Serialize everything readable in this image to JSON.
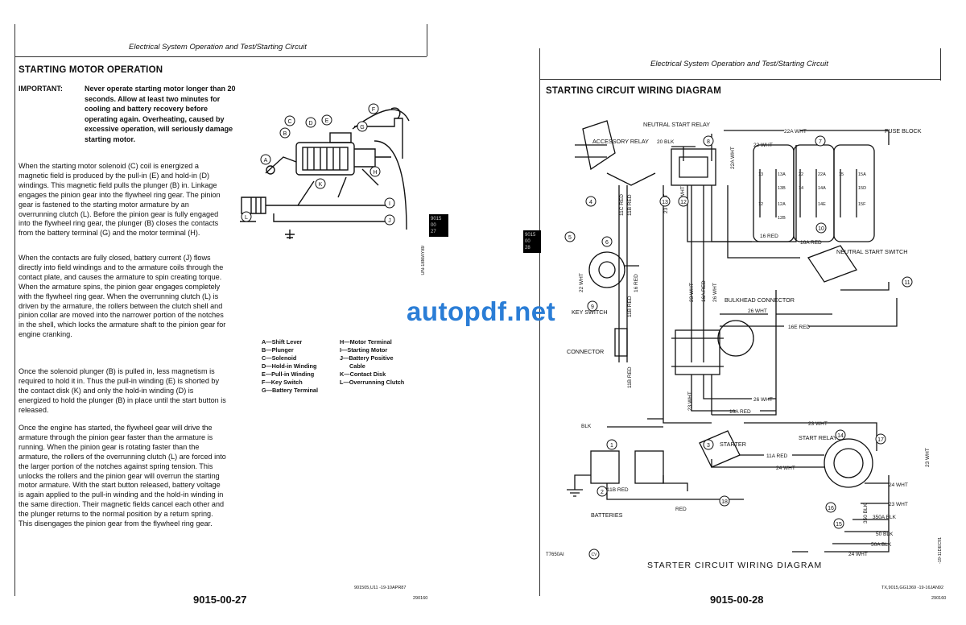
{
  "left_page": {
    "header": "Electrical System Operation and Test/Starting Circuit",
    "title": "STARTING MOTOR OPERATION",
    "important_label": "IMPORTANT:",
    "important_text": "Never operate starting motor longer than 20 seconds. Allow at least two minutes for cooling and battery recovery before operating again. Overheating, caused by excessive operation, will seriously damage starting motor.",
    "paragraphs": [
      "When the starting motor solenoid (C) coil is energized a magnetic field is produced by the pull-in (E) and hold-in (D) windings. This magnetic field pulls the plunger (B) in. Linkage engages the pinion gear into the flywheel ring gear. The pinion gear is fastened to the starting motor armature by an overrunning clutch (L). Before the pinion gear is fully engaged into the flywheel ring gear, the plunger (B) closes the contacts from the battery terminal (G) and the motor terminal (H).",
      "When the contacts are fully closed, battery current (J) flows directly into field windings and to the armature coils through the contact plate, and causes the armature to spin creating torque. When the armature spins, the pinion gear engages completely with the flywheel ring gear. When the overrunning clutch (L) is driven by the armature, the rollers between the clutch shell and pinion collar are moved into the narrower portion of the notches in the shell, which locks the armature shaft to the pinion gear for engine cranking.",
      "Once the solenoid plunger (B) is pulled in, less magnetism is required to hold it in. Thus the pull-in winding (E) is shorted by the contact disk (K) and only the hold-in winding (D) is energized to hold the plunger (B) in place until the start button is released.",
      "Once the engine has started, the flywheel gear will drive the armature through the pinion gear faster than the armature is running. When the pinion gear is rotating faster than the armature, the rollers of the overrunning clutch (L) are forced into the larger portion of the notches against spring tension. This unlocks the rollers and the pinion gear will overrun the starting motor armature. With the start button released, battery voltage is again applied to the pull-in winding and the hold-in winding in the same direction. Their magnetic fields cancel each other and the plunger returns to the normal position by a return spring. This disengages the pinion gear from the flywheel ring gear."
    ],
    "legend_col1": [
      "A—Shift Lever",
      "B—Plunger",
      "C—Solenoid",
      "D—Hold-in Winding",
      "E—Pull-in Winding",
      "F—Key Switch",
      "G—Battery Terminal"
    ],
    "legend_col2": [
      "H—Motor Terminal",
      "I—Starting Motor",
      "J—Battery Positive",
      "Cable",
      "K—Contact Disk",
      "L—Overrunning Clutch"
    ],
    "diagram_labels": [
      "A",
      "B",
      "C",
      "D",
      "E",
      "F",
      "G",
      "H",
      "I",
      "J",
      "K",
      "L"
    ],
    "side_id": "UN-18MAY89",
    "tab": [
      "9015",
      "00",
      "27"
    ],
    "footer_ref": "901505,U11     -19-10APR87",
    "page_number": "9015-00-27",
    "tiny_code": "290160"
  },
  "right_page": {
    "header": "Electrical System Operation and Test/Starting Circuit",
    "title": "STARTING CIRCUIT WIRING DIAGRAM",
    "tab": [
      "9015",
      "00",
      "28"
    ],
    "diagram": {
      "labels": {
        "neutral_start_relay": "NEUTRAL START RELAY",
        "accessory_relay": "ACCESSORY RELAY",
        "fuse_block": "FUSE BLOCK",
        "neutral_start_switch": "NEUTRAL START SWITCH",
        "key_switch": "KEY SWITCH",
        "bulkhead_connector": "BULKHEAD CONNECTOR",
        "connector": "CONNECTOR",
        "starter": "STARTER",
        "start_relay": "START RELAY",
        "batteries": "BATTERIES"
      },
      "wire_labels": [
        "22A WHT",
        "20 BLK",
        "22 WHT",
        "16 RED",
        "16A RED",
        "26 WHT",
        "16E RED",
        "11C RED",
        "11B RED",
        "23 WHT",
        "26 WHT",
        "22 WHT",
        "16 RED",
        "11B RED",
        "23 WHT",
        "16A RED",
        "26 WHT",
        "16A RED",
        "BLK",
        "23 WHT",
        "11A RED",
        "24 WHT",
        "RED",
        "24 WHT",
        "23 WHT",
        "350A BLK",
        "50 BLK",
        "50A BLK",
        "24 WHT",
        "23 WHT",
        "11B RED",
        "22A WHT",
        "26 WHT",
        "350 BLK"
      ],
      "callouts": [
        "1",
        "2",
        "3",
        "4",
        "5",
        "6",
        "7",
        "8",
        "9",
        "10",
        "11",
        "12",
        "13",
        "14",
        "15",
        "16",
        "17",
        "18"
      ],
      "fuse_labels": [
        "13",
        "13A",
        "13B",
        "12",
        "12A",
        "12B",
        "14",
        "14A",
        "14E",
        "15",
        "15A",
        "15D",
        "15F",
        "22",
        "22A"
      ],
      "figure_id": "T7650AI",
      "figure_id_mark": "CV",
      "caption": "STARTER CIRCUIT WIRING DIAGRAM",
      "side_code": "-19-11DEC91"
    },
    "footer_ref": "TX,9015,GG1369 -19-16JAN92",
    "page_number": "9015-00-28",
    "tiny_code": "290160"
  },
  "watermark": "autopdf.net"
}
